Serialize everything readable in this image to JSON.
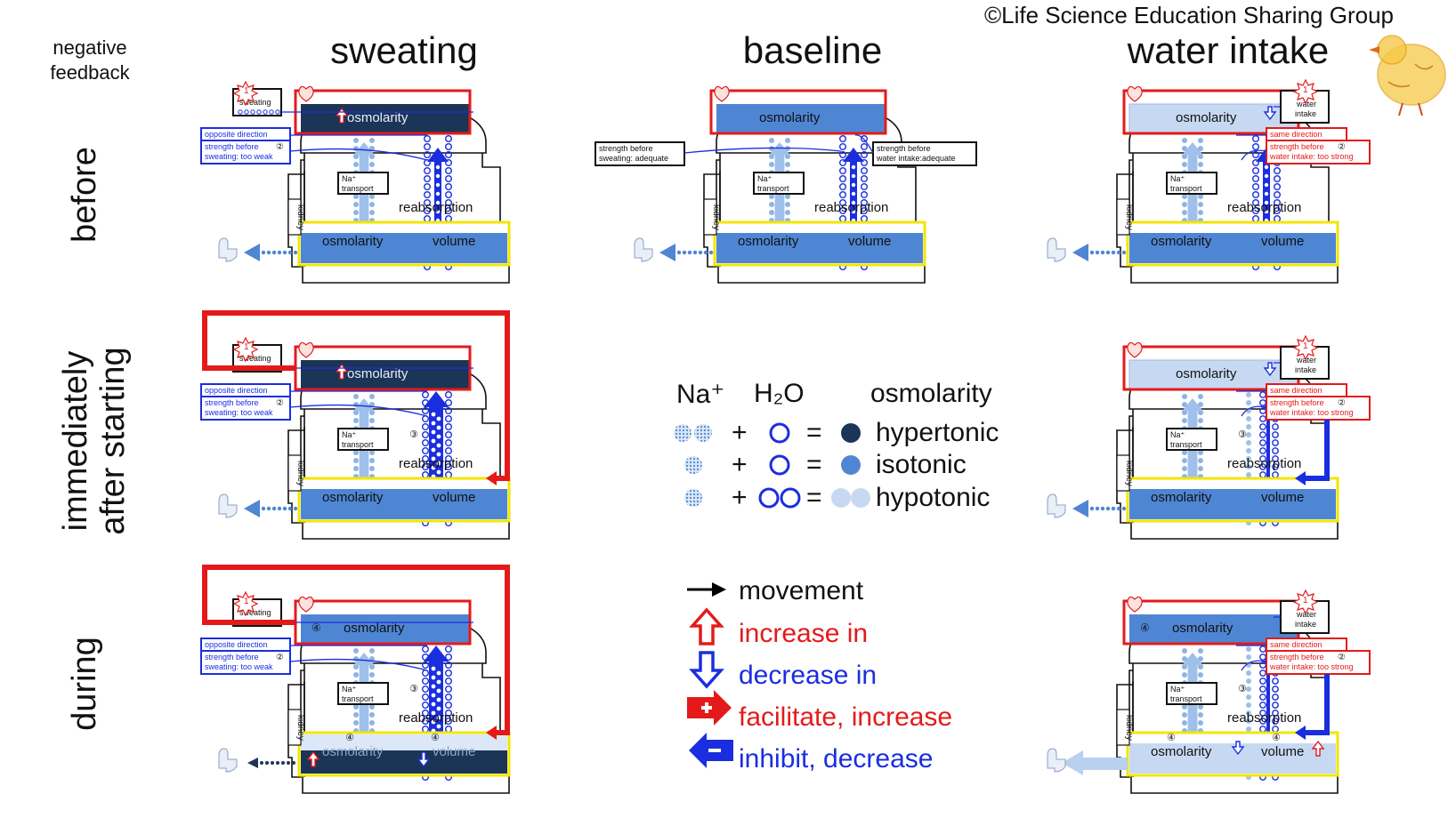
{
  "copyright": "©Life Science Education Sharing Group",
  "corner_label": [
    "negative",
    "feedback"
  ],
  "columns": [
    "sweating",
    "baseline",
    "water intake"
  ],
  "rows": {
    "before": "before",
    "immediately": [
      "immediately",
      "after  starting"
    ],
    "during": "during"
  },
  "panel_text": {
    "osmolarity": "osmolarity",
    "volume": "volume",
    "reabsorption": "reabsorption",
    "kidney": "kidney",
    "na_transport": [
      "Na⁺",
      "transport"
    ],
    "sweating": "sweating",
    "water_intake": [
      "water",
      "intake"
    ],
    "opposite_direction": "opposite direction",
    "same_direction": "same direction",
    "strength_sweat_weak": [
      "strength before",
      "sweating: too weak"
    ],
    "strength_water_strong": [
      "strength before",
      "water intake: too strong"
    ],
    "strength_sweat_adequate": [
      "strength before",
      "sweating: adequate"
    ],
    "strength_water_adequate": [
      "strength before",
      "water intake:adequate"
    ],
    "num1": "1",
    "num2": "②",
    "num3": "③",
    "num4": "④"
  },
  "legend": {
    "na": "Na⁺",
    "h2o": "H₂O",
    "osmolarity": "osmolarity",
    "hypertonic": "hypertonic",
    "isotonic": "isotonic",
    "hypotonic": "hypotonic",
    "plus": "+",
    "equals": "="
  },
  "key": {
    "movement": "movement",
    "increase": "increase in",
    "decrease": "decrease in",
    "facilitate": "facilitate, increase",
    "inhibit": "inhibit, decrease"
  },
  "colors": {
    "hypertonic": "#1b3556",
    "isotonic": "#4f86d4",
    "hypotonic": "#c7d9f2",
    "red": "#e41a1a",
    "blue": "#1a2ee0",
    "yellow": "#f2e600",
    "na_transport_arrow": "#8fb4e3"
  }
}
